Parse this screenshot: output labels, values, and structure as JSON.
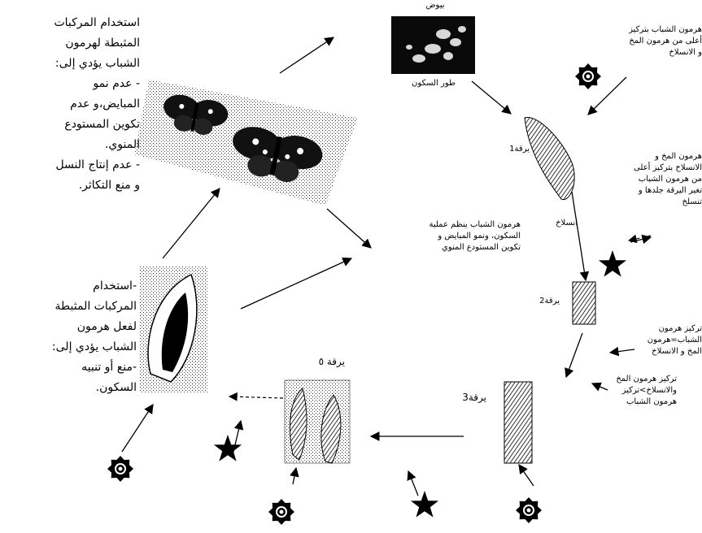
{
  "labels": {
    "egg": "بيوض",
    "dormant_stage": "طور السكون",
    "larva_1": "يرقة1",
    "molt": "انسلاخ",
    "larva_2": "يرقة2",
    "larva_3": "يرقة3",
    "larva_5": "يرقة ٥"
  },
  "notes": {
    "juvenile_higher": "هرمون الشباب بتركيز\nأعلى من هرمون المخ\nو الانسلاخ",
    "brain_higher": "هرمون المخ و\nالانسلاخ بتركيز أعلى\nمن هرمون الشباب\nتغير اليرقة جلدها و\nتنسلخ",
    "juvenile_equal": "تركيز هرمون\nالشباب=هرمون\nالمخ و الانسلاخ",
    "brain_gt_juvenile": "تركيز هرمون المخ\nوالانسلاخ>تركيز\nهرمون الشباب",
    "juvenile_regulates": "هرمون الشباب ينظم عملية\nالسكون، ونمو المبايض و\nتكوين المستودع المنوي",
    "analogues_adult": "استخدام المركبات\nالمثبطة لهرمون\nالشباب يؤدي إلى:\n- عدم نمو\nالمبايض،و عدم\nتكوين المستودع\nالمنوي.\n- عدم إنتاج النسل\nو منع التكاثر.",
    "analogues_pupa": "-استخدام\nالمركبات المثبطة\nلفعل هرمون\nالشباب يؤدي إلى:\n-منع أو تنبيه\nالسكون."
  },
  "colors": {
    "ink": "#000000",
    "background": "#ffffff"
  },
  "icons": [
    "eight-point-star-icon",
    "five-point-star-icon"
  ]
}
